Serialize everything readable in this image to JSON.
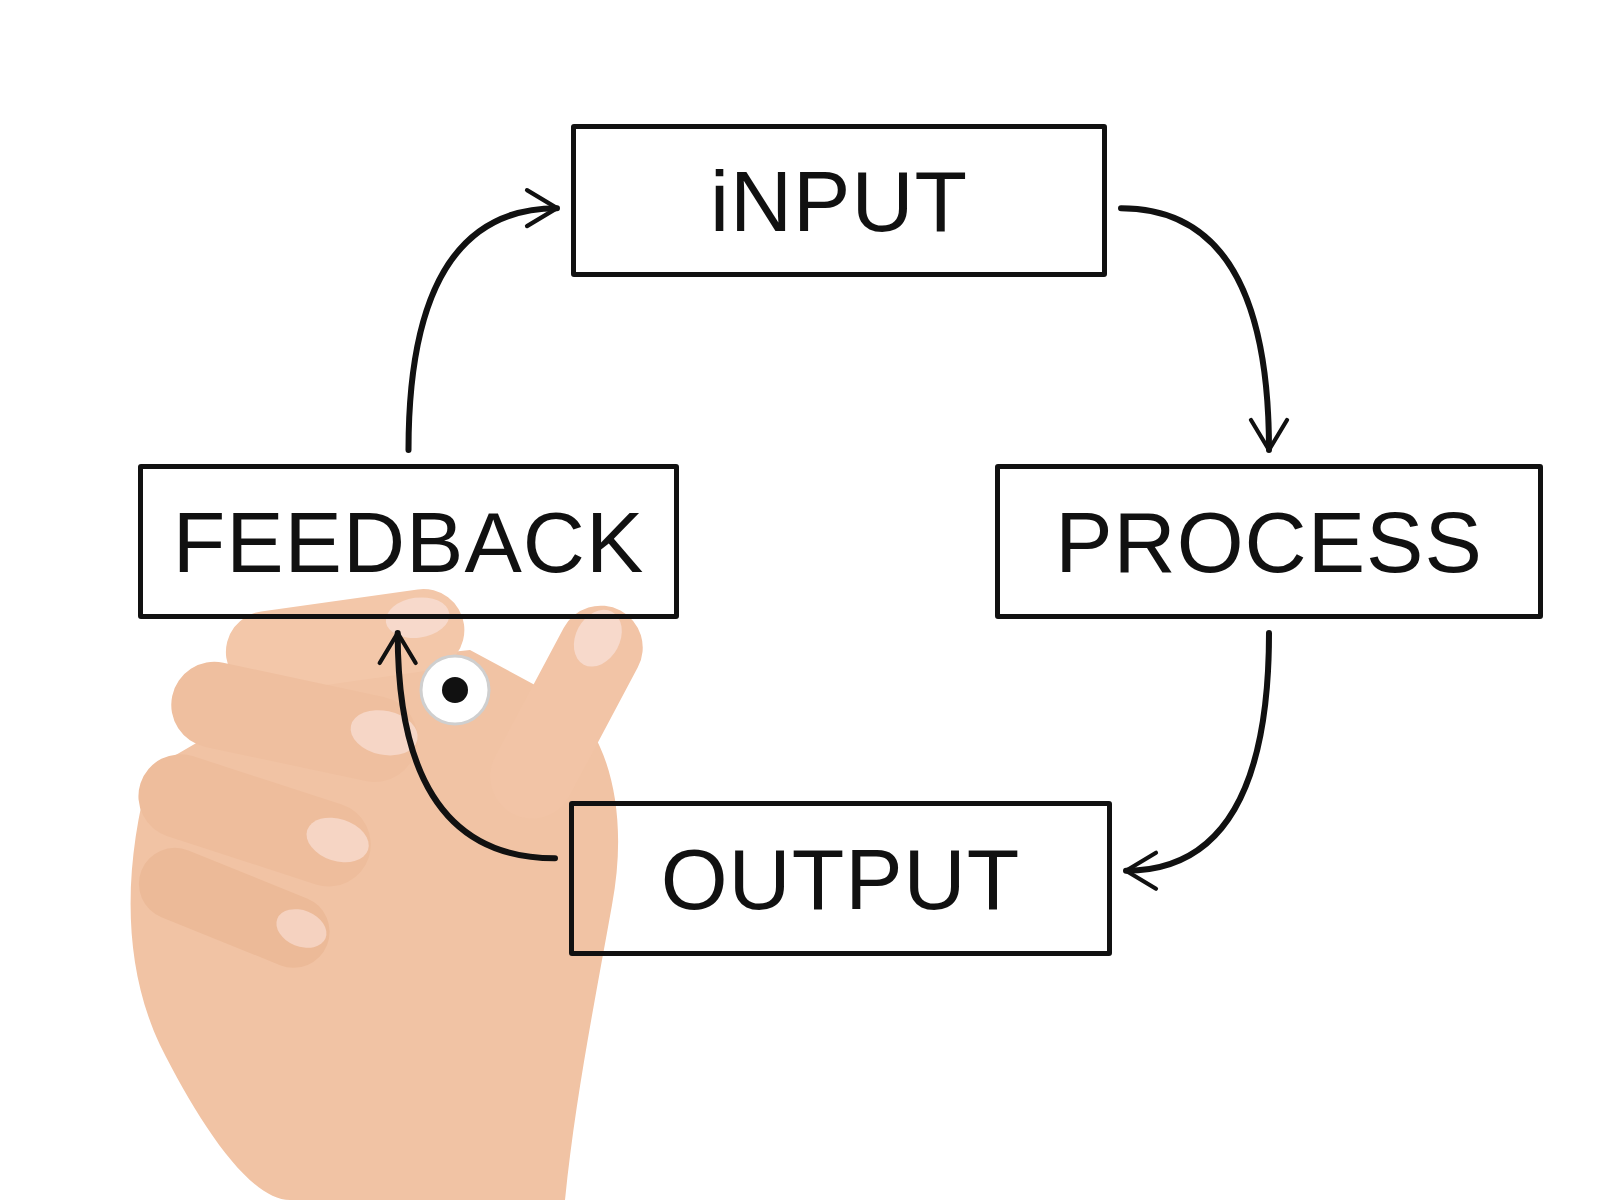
{
  "diagram": {
    "nodes": [
      {
        "text": [
          "iNPUT"
        ]
      },
      {
        "text": [
          "FEEDBACK"
        ]
      },
      {
        "text": [
          "PROCESS"
        ]
      },
      {
        "text": [
          "OUTPUT"
        ]
      }
    ],
    "edges": [
      {
        "from": 0,
        "to": 2,
        "arrow": "to"
      },
      {
        "from": 2,
        "to": 3,
        "arrow": "to"
      },
      {
        "from": 3,
        "to": 1,
        "arrow": "to"
      },
      {
        "from": 1,
        "to": 0,
        "arrow": "to"
      }
    ]
  }
}
